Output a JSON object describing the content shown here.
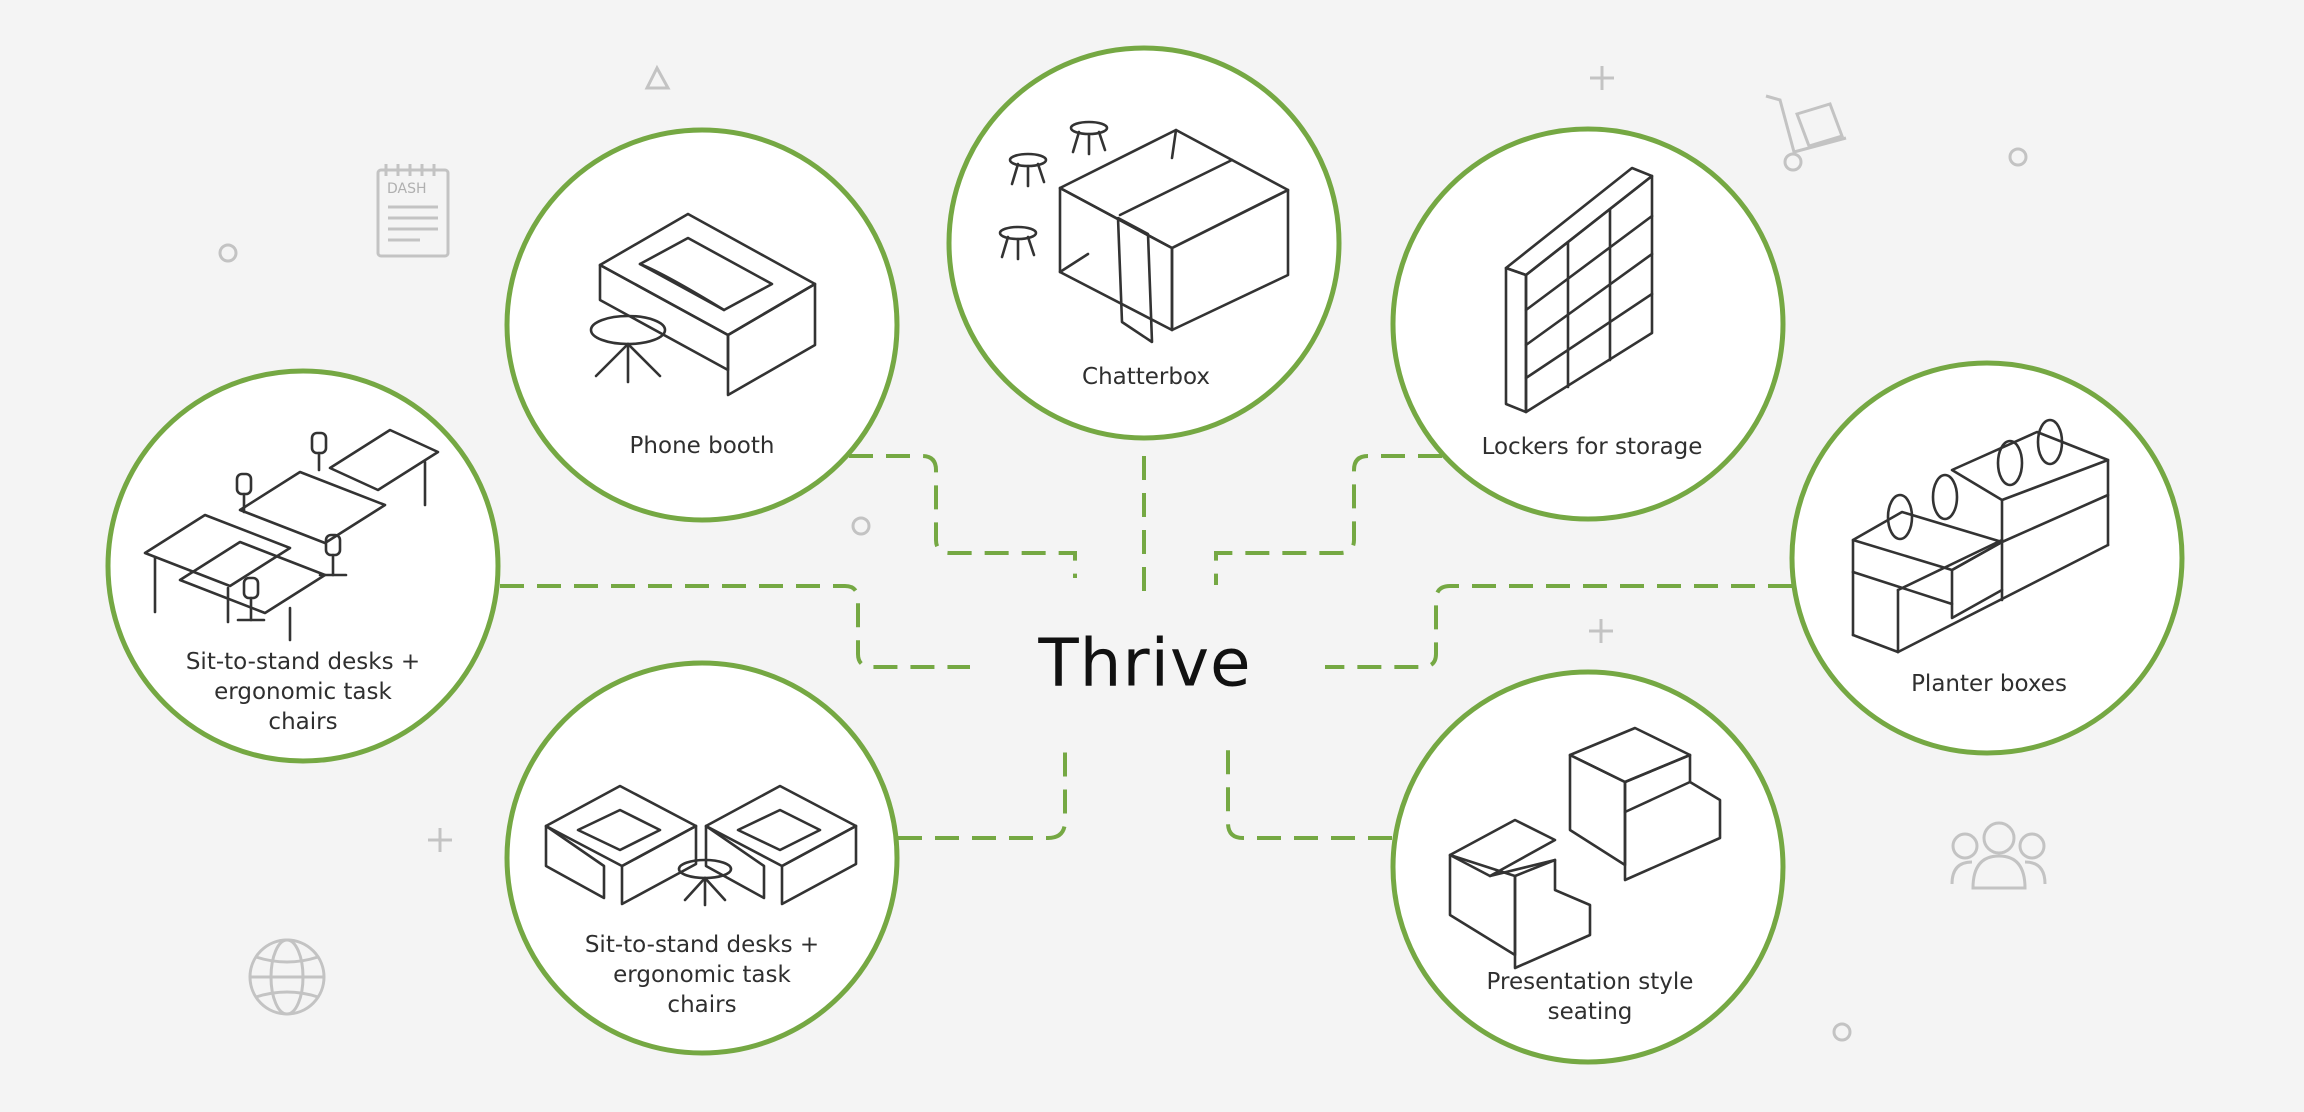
{
  "title": "Thrive",
  "colors": {
    "accent": "#75a843",
    "background": "#f4f4f4",
    "line_art": "#333333",
    "decoration": "#bdbdbd"
  },
  "nodes": [
    {
      "id": "phone-booth",
      "lines": [
        "Phone booth"
      ]
    },
    {
      "id": "chatterbox",
      "lines": [
        "Chatterbox"
      ]
    },
    {
      "id": "lockers",
      "lines": [
        "Lockers for storage"
      ]
    },
    {
      "id": "desks-left",
      "lines": [
        "Sit-to-stand desks +",
        "ergonomic task",
        "chairs"
      ]
    },
    {
      "id": "planters",
      "lines": [
        "Planter boxes"
      ]
    },
    {
      "id": "desks-bottom",
      "lines": [
        "Sit-to-stand desks +",
        "ergonomic task",
        "chairs"
      ]
    },
    {
      "id": "presentation",
      "lines": [
        "Presentation style",
        "seating"
      ]
    }
  ],
  "decorations": {
    "dash_icon_label": "DASH",
    "icons": [
      "triangle-icon",
      "notepad-icon",
      "ring-icon",
      "plus-icon",
      "dolly-cart-icon",
      "people-icon",
      "globe-icon"
    ]
  }
}
